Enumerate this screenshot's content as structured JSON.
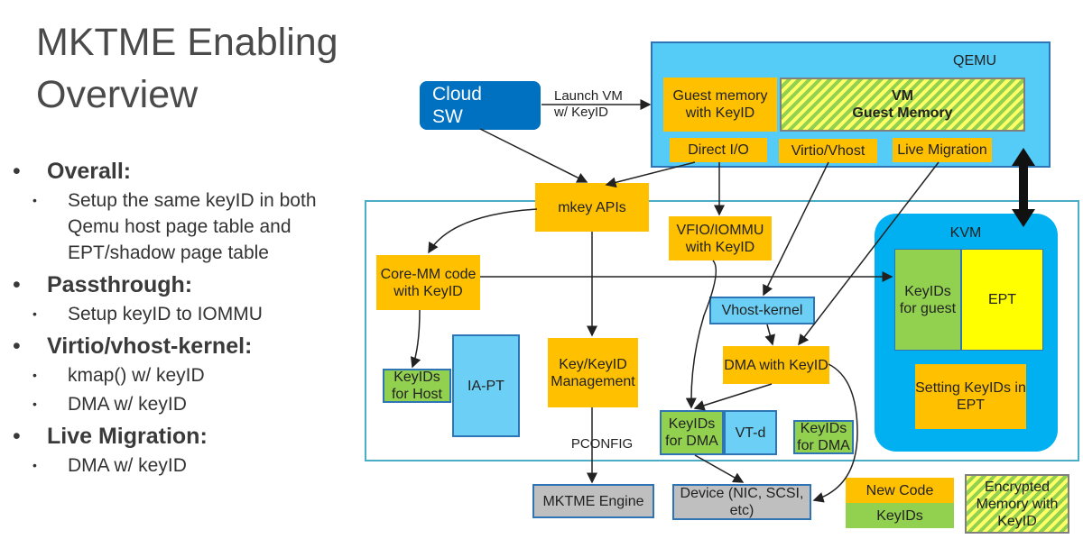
{
  "slide": {
    "title_line1": "MKTME Enabling",
    "title_line2": "Overview",
    "bullets": [
      {
        "heading": "Overall:",
        "subs": [
          "Setup the same keyID in both Qemu host page table and EPT/shadow page table"
        ]
      },
      {
        "heading": "Passthrough:",
        "subs": [
          "Setup keyID to IOMMU"
        ]
      },
      {
        "heading": "Virtio/vhost-kernel:",
        "subs": [
          "kmap() w/ keyID",
          "DMA w/ keyID"
        ]
      },
      {
        "heading": "Live Migration:",
        "subs": [
          "DMA w/ keyID"
        ]
      }
    ]
  },
  "diagram": {
    "qemu_label": "QEMU",
    "kvm_label": "KVM",
    "cloud_sw": "Cloud SW",
    "launch_vm_line1": "Launch VM",
    "launch_vm_line2": "w/ KeyID",
    "guest_memory": "Guest memory with KeyID",
    "vm_guest_memory_line1": "VM",
    "vm_guest_memory_line2": "Guest Memory",
    "direct_io": "Direct I/O",
    "virtio_vhost": "Virtio/Vhost",
    "live_migration": "Live Migration",
    "mkey_apis": "mkey APIs",
    "vfio_iommu": "VFIO/IOMMU with KeyID",
    "core_mm": "Core-MM code with KeyID",
    "keyids_for_guest": "KeyIDs for guest",
    "ept": "EPT",
    "vhost_kernel": "Vhost-kernel",
    "dma_with_keyid": "DMA with KeyID",
    "keyids_for_host": "KeyIDs for Host",
    "ia_pt": "IA-PT",
    "key_management": "Key/KeyID Management",
    "setting_keyids": "Setting KeyIDs in EPT",
    "keyids_for_dma_1": "KeyIDs for DMA",
    "vt_d": "VT-d",
    "keyids_for_dma_2": "KeyIDs for DMA",
    "pconfig": "PCONFIG",
    "mktme_engine": "MKTME Engine",
    "device": "Device (NIC, SCSI, etc)",
    "legend_new_code": "New Code",
    "legend_keyids": "KeyIDs",
    "legend_encrypted": "Encrypted Memory with KeyID"
  },
  "colors": {
    "new_code": "#ffc000",
    "keyids": "#92d050",
    "light_blue": "#6ccff6",
    "kvm_blue": "#00b0f0",
    "cloud_blue": "#0070c0",
    "ept_yellow": "#ffff00",
    "device_grey": "#bfbfbf"
  }
}
